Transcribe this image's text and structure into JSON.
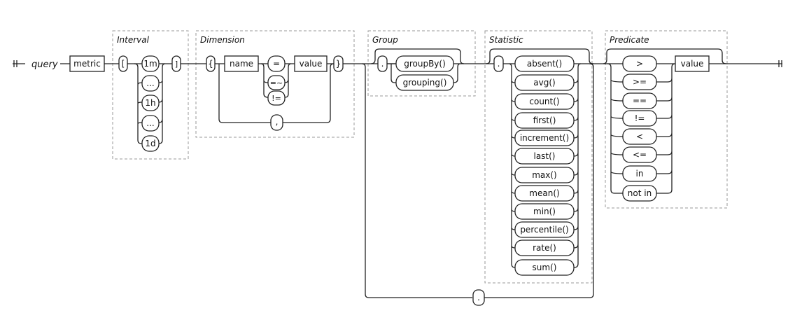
{
  "start_label": "query",
  "metric": "metric",
  "groups": {
    "interval": "Interval",
    "dimension": "Dimension",
    "group": "Group",
    "statistic": "Statistic",
    "predicate": "Predicate"
  },
  "interval": {
    "open": "[",
    "close": "]",
    "options": [
      "1m",
      "...",
      "1h",
      "...",
      "1d"
    ]
  },
  "dimension": {
    "open": "{",
    "close": "}",
    "name": "name",
    "operators": [
      "=",
      "=~",
      "!="
    ],
    "value": "value",
    "separator": ","
  },
  "group": {
    "dot": ".",
    "options": [
      "groupBy()",
      "grouping()"
    ]
  },
  "statistic": {
    "dot": ".",
    "options": [
      "absent()",
      "avg()",
      "count()",
      "first()",
      "increment()",
      "last()",
      "max()",
      "mean()",
      "min()",
      "percentile()",
      "rate()",
      "sum()"
    ]
  },
  "predicate": {
    "operators": [
      ">",
      ">=",
      "==",
      "!=",
      "<",
      "<=",
      "in",
      "not in"
    ],
    "value": "value"
  },
  "loop_dot": "."
}
